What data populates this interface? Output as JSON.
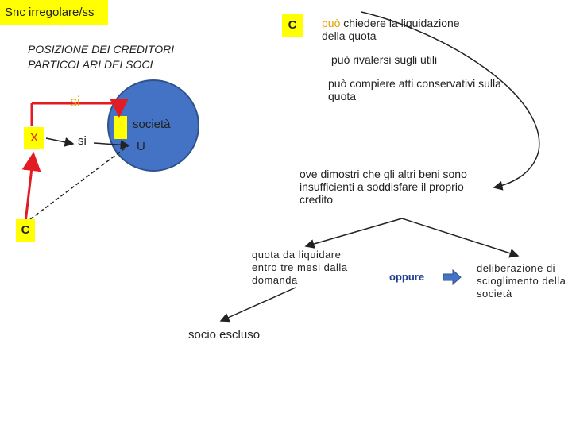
{
  "title": "Snc irregolare/ss",
  "creditor_label": "C",
  "left_creditor_label": "C",
  "section_heading": "POSIZIONE DEI CREDITORI PARTICOLARI DEI SOCI",
  "options": {
    "first_highlight": "può",
    "first_rest": " chiedere la liquidazione della quota",
    "second": "può rivalersi sugli utili",
    "third": "può compiere atti conservativi sulla quota"
  },
  "nodes": {
    "si_top": "si",
    "x": "X",
    "si_bottom": "si",
    "societa": "società",
    "u": "U"
  },
  "condition": "ove dimostri che gli altri beni sono insufficienti a soddisfare il proprio credito",
  "branches": {
    "left": "quota da liquidare entro tre mesi dalla domanda",
    "oppure": "oppure",
    "right": "deliberazione di scioglimento della società"
  },
  "outcome": "socio escluso",
  "colors": {
    "highlight": "#ffff00",
    "circle": "#4472c4",
    "red_line": "#e31b23",
    "oppure_text": "#1f3f8f",
    "arrow_blue": "#4472c4"
  }
}
